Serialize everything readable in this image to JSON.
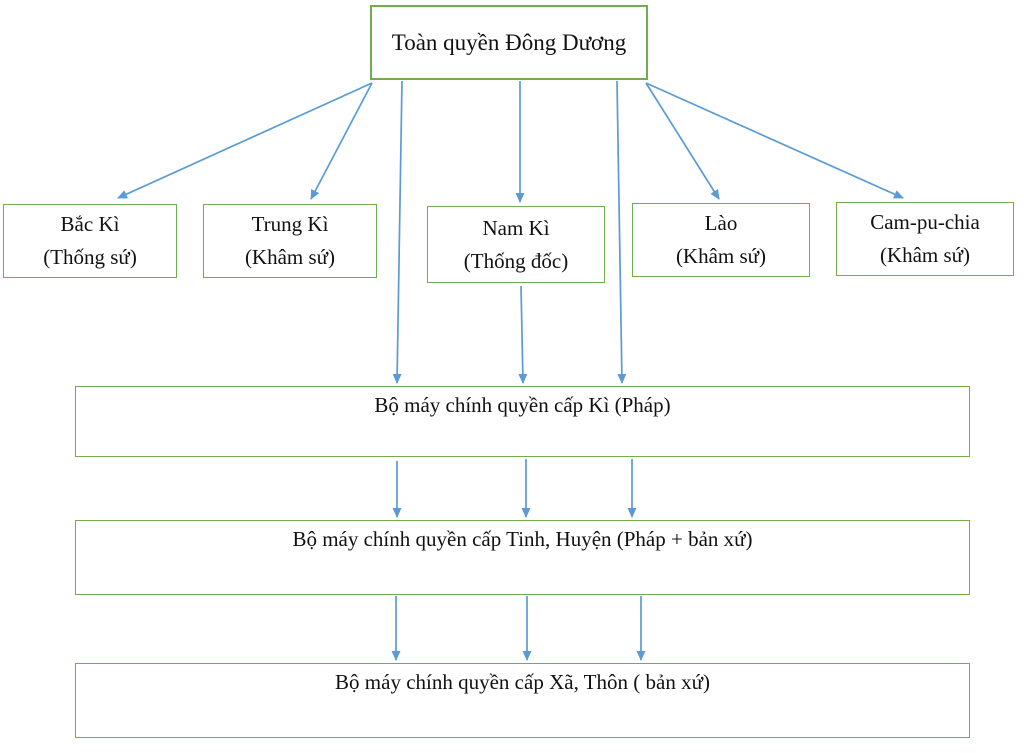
{
  "chart": {
    "root": {
      "label": "Toàn quyền Đông Dương"
    },
    "regions": [
      {
        "name": "Bắc Kì",
        "title": "(Thống sứ)"
      },
      {
        "name": "Trung Kì",
        "title": "(Khâm sứ)"
      },
      {
        "name": "Nam Kì",
        "title": "(Thống đốc)"
      },
      {
        "name": "Lào",
        "title": "(Khâm sứ)"
      },
      {
        "name": "Cam-pu-chia",
        "title": "(Khâm sứ)"
      }
    ],
    "levels": [
      {
        "label": "Bộ máy chính quyền cấp Kì (Pháp)"
      },
      {
        "label": "Bộ máy chính quyền cấp Tinh, Huyện (Pháp + bản xứ)"
      },
      {
        "label": "Bộ máy chính quyền cấp Xã, Thôn ( bản xứ)"
      }
    ],
    "colors": {
      "box_border": "#72AC4E",
      "arrow": "#5B9BD5",
      "text": "#111111",
      "background": "#FFFFFF"
    }
  }
}
